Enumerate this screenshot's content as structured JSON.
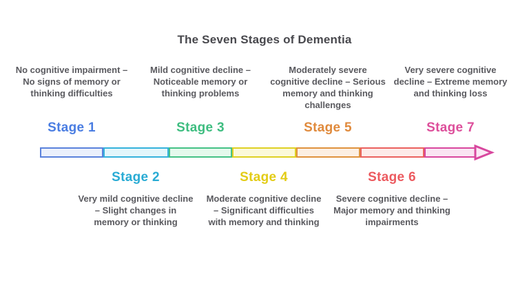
{
  "title": "The Seven Stages of Dementia",
  "colors": {
    "title_text": "#48484D",
    "body_text": "#5A5A5F",
    "background": "#FFFFFF"
  },
  "stages": [
    {
      "label": "Stage 1",
      "color": "#4A7DE2",
      "description": "No cognitive impairment – No signs of memory or thinking difficulties",
      "row": "top",
      "segment": {
        "border": "#5A82DC",
        "fill": "#EAF0FC"
      }
    },
    {
      "label": "Stage 2",
      "color": "#29ABD4",
      "description": "Very mild cognitive decline – Slight changes in memory or thinking",
      "row": "bottom",
      "segment": {
        "border": "#35B2DC",
        "fill": "#E2F6FB"
      }
    },
    {
      "label": "Stage 3",
      "color": "#3EBD80",
      "description": "Mild cognitive decline – Noticeable memory or thinking problems",
      "row": "top",
      "segment": {
        "border": "#45C186",
        "fill": "#E4F9EC"
      }
    },
    {
      "label": "Stage 4",
      "color": "#E3CC16",
      "description": "Moderate cognitive decline – Significant difficulties with memory and thinking",
      "row": "bottom",
      "segment": {
        "border": "#DFD024",
        "fill": "#FBF9D9"
      }
    },
    {
      "label": "Stage 5",
      "color": "#E08A3C",
      "description": "Moderately severe cognitive decline – Serious memory and thinking challenges",
      "row": "top",
      "segment": {
        "border": "#E0923E",
        "fill": "#FCEFE2"
      }
    },
    {
      "label": "Stage 6",
      "color": "#EC5A5F",
      "description": "Severe cognitive decline – Major memory and thinking impairments",
      "row": "bottom",
      "segment": {
        "border": "#EA615E",
        "fill": "#FDEAE8"
      }
    },
    {
      "label": "Stage 7",
      "color": "#DD4F9B",
      "description": "Very severe cognitive decline – Extreme memory and thinking loss",
      "row": "top",
      "segment": {
        "border": "#D8479E",
        "fill": "#FAE4F2"
      }
    }
  ],
  "arrow": {
    "head": {
      "stroke": "#D8479E",
      "fill": "#FBE8F5"
    }
  }
}
